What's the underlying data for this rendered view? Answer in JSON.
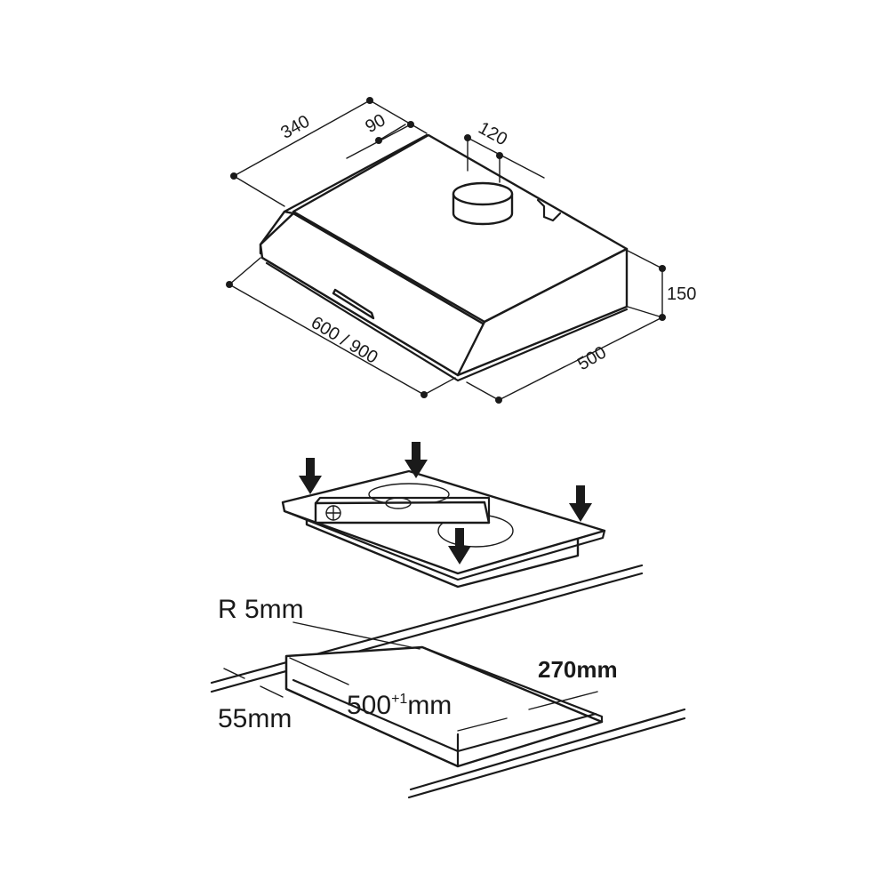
{
  "hood_dimensions": {
    "depth_top": "340",
    "rear_offset": "90",
    "outlet_diameter": "120",
    "height": "150",
    "width": "600 / 900",
    "depth": "500"
  },
  "cutout_dimensions": {
    "radius": "R 5mm",
    "depth": "270mm",
    "width_base": "500",
    "width_tolerance": "+1",
    "width_unit": "mm",
    "edge_distance": "55mm"
  }
}
